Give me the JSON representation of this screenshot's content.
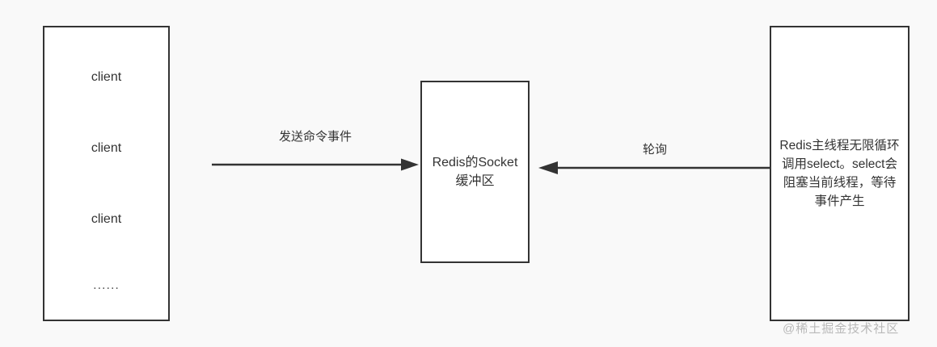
{
  "diagram": {
    "background_color": "#f9f9f9",
    "box_border_color": "#333333",
    "box_fill_color": "#ffffff",
    "text_color": "#333333"
  },
  "client_box": {
    "name": "client-stack",
    "items": [
      {
        "label": "client"
      },
      {
        "label": "client"
      },
      {
        "label": "client"
      },
      {
        "label": "......"
      }
    ]
  },
  "socket_box": {
    "name": "redis-socket-buffer",
    "label": "Redis的Socket缓冲区"
  },
  "redis_thread_box": {
    "name": "redis-main-thread",
    "label": "Redis主线程无限循环调用select。select会阻塞当前线程，等待事件产生"
  },
  "arrows": [
    {
      "name": "send-command-event-arrow",
      "label": "发送命令事件",
      "direction": "right",
      "from": "client-stack",
      "to": "redis-socket-buffer"
    },
    {
      "name": "poll-arrow",
      "label": "轮询",
      "direction": "left",
      "from": "redis-main-thread",
      "to": "redis-socket-buffer"
    }
  ],
  "watermark": {
    "text": "@稀土掘金技术社区",
    "color": "#b9b9b9"
  }
}
